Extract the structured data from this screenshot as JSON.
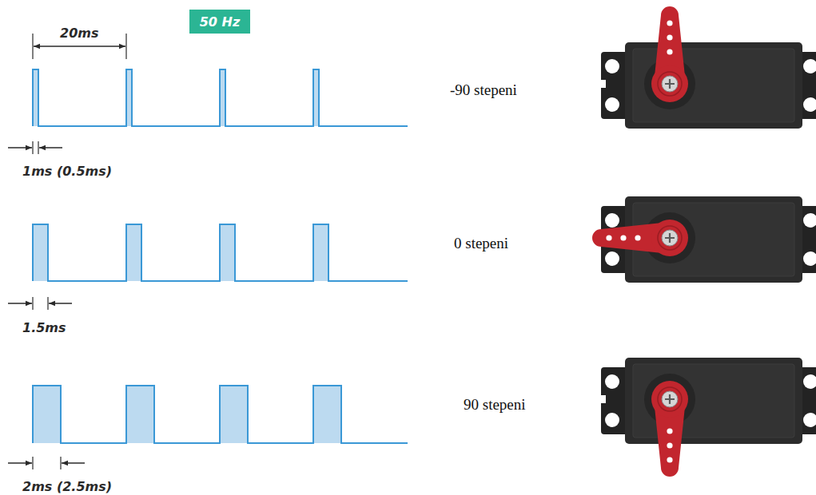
{
  "diagram": {
    "nodes": [
      {
        "text": [
          "50 Hz"
        ]
      }
    ],
    "labels": [
      "20ms",
      "1ms (0.5ms)",
      "1.5ms",
      "2ms (2.5ms)",
      "-90 stepeni",
      "0 stepeni",
      "90 stepeni"
    ]
  }
}
